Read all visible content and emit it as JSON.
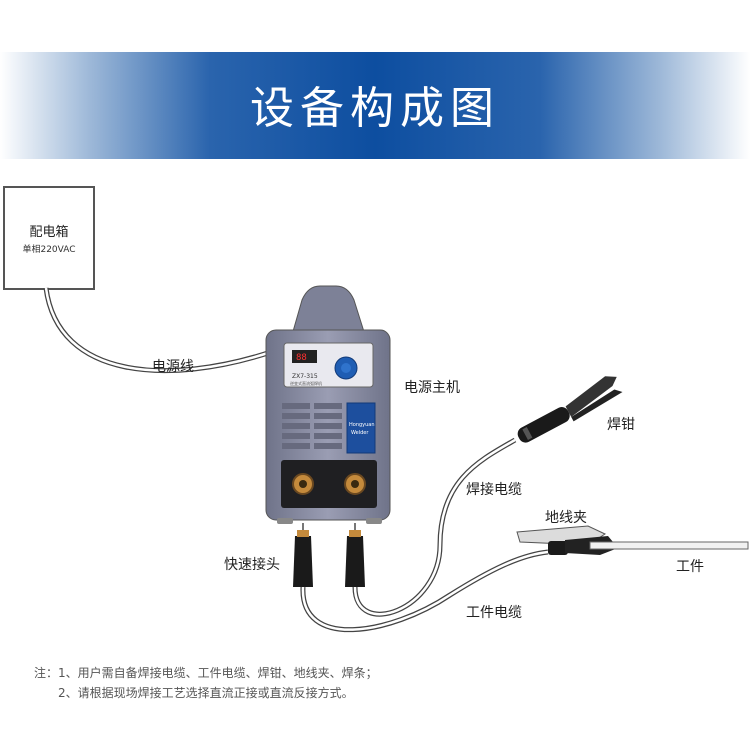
{
  "header": {
    "title": "设备构成图"
  },
  "distribution_box": {
    "title": "配电箱",
    "subtitle": "单相220VAC"
  },
  "labels": {
    "power_cable": "电源线",
    "main_unit": "电源主机",
    "electrode_holder": "焊钳",
    "welding_cable": "焊接电缆",
    "ground_clamp": "地线夹",
    "workpiece": "工件",
    "quick_connector": "快速接头",
    "work_cable": "工件电缆"
  },
  "machine": {
    "brand_line1": "Hongyuan",
    "brand_line2": "Welder",
    "model": "ZX7-315",
    "subtitle": "逆变式直流弧焊机"
  },
  "notes": {
    "line1": "注：1、用户需自备焊接电缆、工件电缆、焊钳、地线夹、焊条；",
    "line2": "2、请根据现场焊接工艺选择直流正接或直流反接方式。"
  },
  "colors": {
    "banner": "#0d4ea0",
    "machine_body": "#8c8fa6",
    "cable": "#444444"
  }
}
